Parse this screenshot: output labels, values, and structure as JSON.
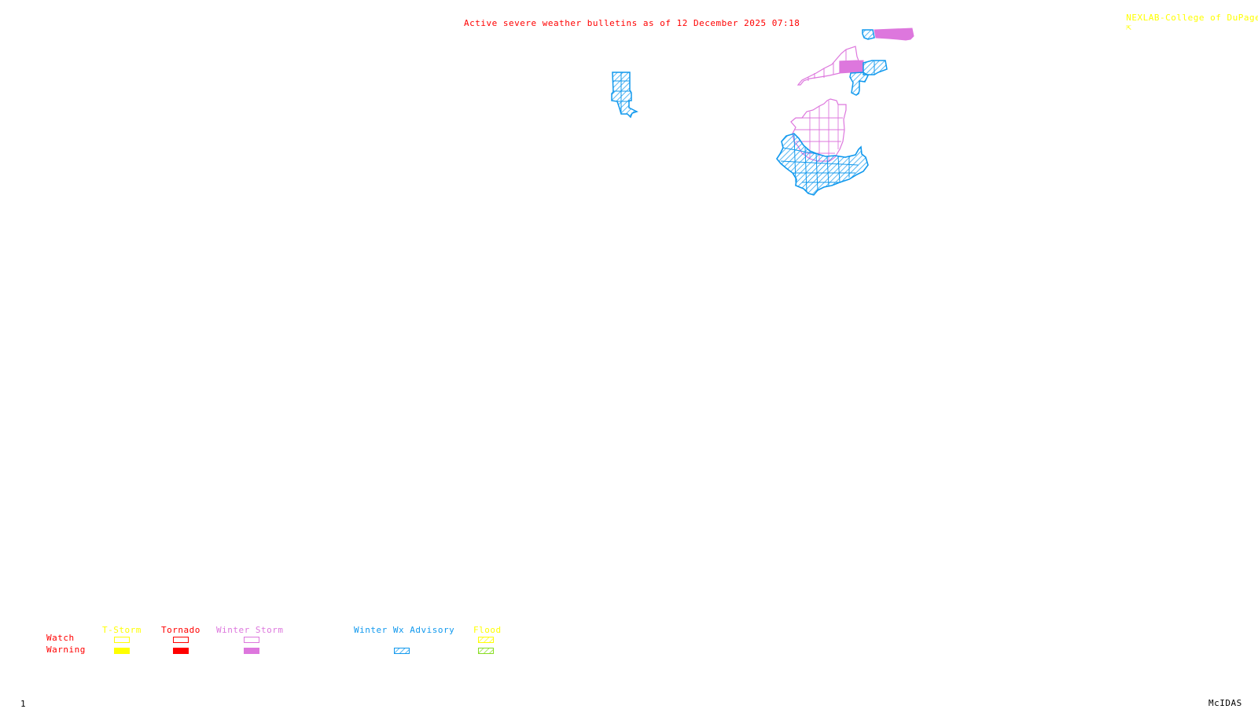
{
  "header": {
    "title": "Active severe weather bulletins as of 12 December 2025 07:18",
    "credit": "NEXLAB-College of DuPage",
    "credit_icon": "arrow-icon"
  },
  "colors": {
    "title": "#ff0000",
    "credit": "#ffff00",
    "tstorm": "#ffff00",
    "tornado": "#ff0000",
    "winter_storm": "#dd77dd",
    "winter_wx_advisory": "#1199ee",
    "flood_watch": "#ffff00",
    "flood_warning": "#88dd22"
  },
  "legend": {
    "row_labels": {
      "watch": "Watch",
      "warning": "Warning"
    },
    "categories": [
      {
        "key": "tstorm",
        "label": "T-Storm",
        "watch": "outline",
        "warning": "solid"
      },
      {
        "key": "tornado",
        "label": "Tornado",
        "watch": "outline",
        "warning": "solid"
      },
      {
        "key": "winter_storm",
        "label": "Winter Storm",
        "watch": "outline",
        "warning": "solid"
      },
      {
        "key": "winter_wx_advisory",
        "label": "Winter Wx Advisory",
        "watch": null,
        "warning": "hatched"
      },
      {
        "key": "flood",
        "label": "Flood",
        "watch": "hatched",
        "warning": "hatched"
      }
    ]
  },
  "map_regions": [
    {
      "name": "winter-wx-advisory-north-central",
      "type": "winter_wx_advisory"
    },
    {
      "name": "winter-storm-warning-upper-michigan",
      "type": "winter_storm"
    },
    {
      "name": "winter-storm-watch-upper-peninsula",
      "type": "winter_storm"
    },
    {
      "name": "winter-wx-advisory-upper-michigan",
      "type": "winter_wx_advisory"
    },
    {
      "name": "winter-storm-watch-lower-michigan",
      "type": "winter_storm"
    },
    {
      "name": "winter-wx-advisory-southern-michigan-indiana-ohio",
      "type": "winter_wx_advisory"
    }
  ],
  "footer": {
    "frame_number": "1",
    "software": "McIDAS"
  }
}
